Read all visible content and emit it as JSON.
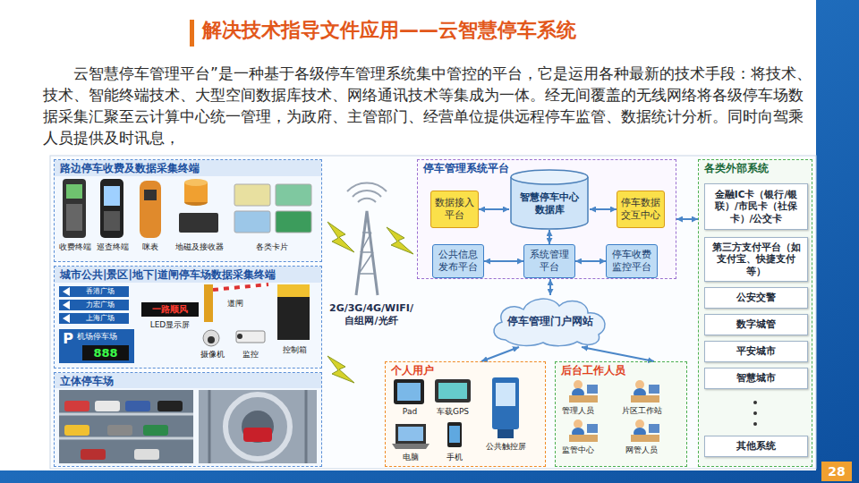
{
  "diagram": {
    "title": "解决技术指导文件应用——云智慧停车系统",
    "nodes": [
      {
        "text": [
          "路边停车收费及数据采集终端"
        ]
      },
      {
        "text": [
          "城市公共|景区|地下|道闸停车场数据采集终端"
        ]
      },
      {
        "text": [
          "立体停车场"
        ]
      },
      {
        "text": [
          "停车管理系统平台"
        ]
      },
      {
        "text": [
          "数据接入平台"
        ],
        "in": 3
      },
      {
        "text": [
          "智慧停车中心数据库"
        ],
        "in": 3
      },
      {
        "text": [
          "停车数据交互中心"
        ],
        "in": 3
      },
      {
        "text": [
          "公共信息发布平台"
        ],
        "in": 3
      },
      {
        "text": [
          "系统管理平台"
        ],
        "in": 3
      },
      {
        "text": [
          "停车收费监控平台"
        ],
        "in": 3
      },
      {
        "text": [
          "停车管理门户网站"
        ]
      },
      {
        "text": [
          "个人用户"
        ]
      },
      {
        "text": [
          "后台工作人员"
        ]
      },
      {
        "text": [
          "各类外部系统"
        ]
      },
      {
        "text": [
          "金融IC卡（银行/银联）/市民卡（社保卡）/公交卡"
        ],
        "in": 13
      },
      {
        "text": [
          "第三方支付平台（如支付宝、快捷支付等）"
        ],
        "in": 13
      },
      {
        "text": [
          "公安交警"
        ],
        "in": 13
      },
      {
        "text": [
          "数字城管"
        ],
        "in": 13
      },
      {
        "text": [
          "平安城市"
        ],
        "in": 13
      },
      {
        "text": [
          "智慧城市"
        ],
        "in": 13
      },
      {
        "text": [
          "其他系统"
        ],
        "in": 13
      }
    ],
    "edges": [
      {
        "from": 4,
        "to": 5,
        "arrow": "both"
      },
      {
        "from": 5,
        "to": 6,
        "arrow": "both"
      },
      {
        "from": 5,
        "to": 8,
        "arrow": "both"
      },
      {
        "from": 7,
        "to": 8,
        "arrow": "both"
      },
      {
        "from": 8,
        "to": 9,
        "arrow": "both"
      },
      {
        "from": 3,
        "to": 13,
        "arrow": "both"
      },
      {
        "from": 3,
        "to": 10,
        "arrow": "both"
      },
      {
        "from": 10,
        "to": 11,
        "arrow": "both"
      },
      {
        "from": 10,
        "to": 12,
        "arrow": "both"
      }
    ],
    "labels": [
      "云智慧停车管理平台”是一种基于各级停车管理系统集中管控的平台，它是运用各种最新的技术手段：将技术、技术、智能终端技术、大型空间数据库技术、网络通讯技术等集成为一体。经无间覆盖的无线网络将各级停车场数据采集汇聚至云计算中心统一管理，为政府、主管部门、经营单位提供远程停车监管、数据统计分析。同时向驾乘人员提供及时讯息，",
      "28",
      "收费终端",
      "巡查终端",
      "咪表",
      "地磁及接收器",
      "各类卡片",
      "香港广场",
      "力宏广场",
      "上海广场",
      "P",
      "机场停车场",
      "888",
      "一路顺风",
      "LED显示屏",
      "道闸",
      "摄像机",
      "监控",
      "控制箱",
      "2G/3G/4G/WIFI/自组网/光纤",
      "Pad",
      "车载GPS",
      "电脑",
      "手机",
      "公共触控屏",
      "管理人员",
      "片区工作站",
      "监管中心",
      "网管人员"
    ]
  }
}
